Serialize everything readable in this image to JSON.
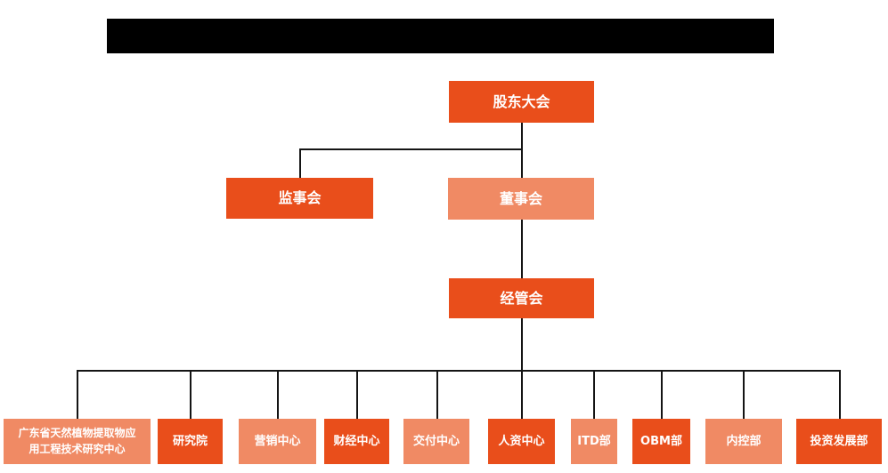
{
  "colors": {
    "primary": "#E94E1B",
    "secondary": "#F08A64",
    "connector": "#141414",
    "redaction": "#000000",
    "text": "#FFFFFF",
    "background": "#FFFFFF"
  },
  "header": {
    "redacted": true
  },
  "org_chart": {
    "root": {
      "label": "股东大会",
      "variant": "primary"
    },
    "level2": [
      {
        "label": "监事会",
        "variant": "primary"
      },
      {
        "label": "董事会",
        "variant": "secondary"
      }
    ],
    "level3": {
      "label": "经管会",
      "variant": "primary"
    },
    "departments": [
      {
        "label": "广东省天然植物提取物应用工程技术研究中心",
        "variant": "secondary"
      },
      {
        "label": "研究院",
        "variant": "primary"
      },
      {
        "label": "营销中心",
        "variant": "secondary"
      },
      {
        "label": "财经中心",
        "variant": "primary"
      },
      {
        "label": "交付中心",
        "variant": "secondary"
      },
      {
        "label": "人资中心",
        "variant": "primary"
      },
      {
        "label": "ITD部",
        "variant": "secondary"
      },
      {
        "label": "OBM部",
        "variant": "primary"
      },
      {
        "label": "内控部",
        "variant": "secondary"
      },
      {
        "label": "投资发展部",
        "variant": "primary"
      }
    ]
  }
}
